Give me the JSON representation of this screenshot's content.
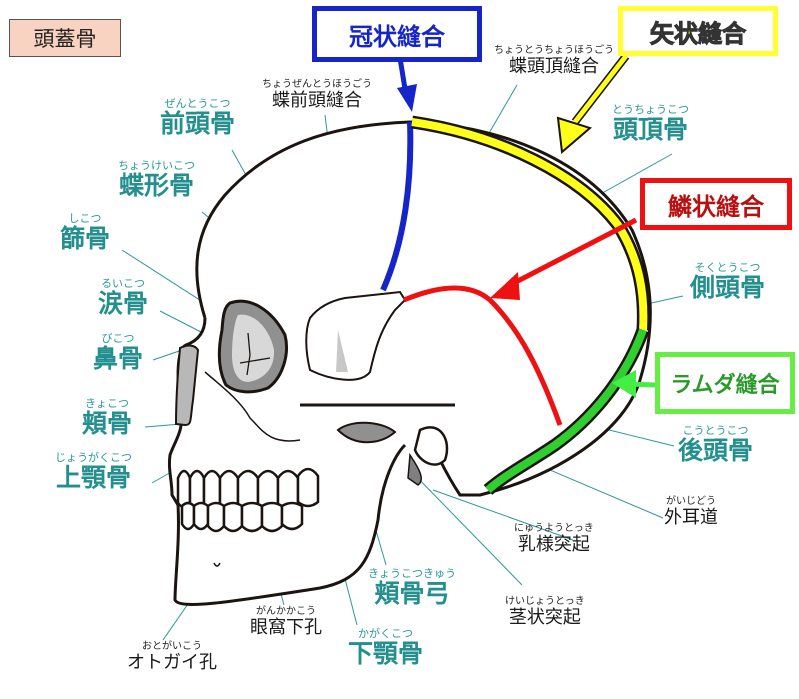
{
  "title": "頭蓋骨",
  "colors": {
    "teal_label": "#23908f",
    "coronal": "#1525c8",
    "sagittal": "#ffff1a",
    "squamous": "#ee1111",
    "lambdoid": "#2fcf2f",
    "title_bg": "#f9d3c1"
  },
  "sutures": [
    {
      "key": "coronal",
      "label": "冠状縫合",
      "color": "#1525c8"
    },
    {
      "key": "sagittal",
      "label": "矢状縫合",
      "color": "#ffff1a"
    },
    {
      "key": "squamous",
      "label": "鱗状縫合",
      "color": "#ee1111"
    },
    {
      "key": "lambdoid",
      "label": "ラムダ縫合",
      "color": "#2fcf2f"
    }
  ],
  "bones": {
    "frontal": {
      "ruby": "ぜんとうこつ",
      "label": "前頭骨"
    },
    "sphenoid": {
      "ruby": "ちょうけいこつ",
      "label": "蝶形骨"
    },
    "ethmoid": {
      "ruby": "しこつ",
      "label": "篩骨"
    },
    "lacrimal": {
      "ruby": "るいこつ",
      "label": "涙骨"
    },
    "nasal": {
      "ruby": "びこつ",
      "label": "鼻骨"
    },
    "zygomatic": {
      "ruby": "きょこつ",
      "label": "頬骨"
    },
    "maxilla": {
      "ruby": "じょうがくこつ",
      "label": "上顎骨"
    },
    "parietal": {
      "ruby": "とうちょうこつ",
      "label": "頭頂骨"
    },
    "temporal": {
      "ruby": "そくとうこつ",
      "label": "側頭骨"
    },
    "occipital": {
      "ruby": "こうとうこつ",
      "label": "後頭骨"
    },
    "zygomatic_arch": {
      "ruby": "きょうこつきゅう",
      "label": "頬骨弓"
    },
    "mandible": {
      "ruby": "かがくこつ",
      "label": "下顎骨"
    }
  },
  "features": {
    "sphenofrontal": {
      "ruby": "ちょうぜんとうほうごう",
      "label": "蝶前頭縫合"
    },
    "sphenoparietal": {
      "ruby": "ちょうとうちょうほうごう",
      "label": "蝶頭頂縫合"
    },
    "ext_meatus": {
      "ruby": "がいじどう",
      "label": "外耳道"
    },
    "mastoid": {
      "ruby": "にゅうようとっき",
      "label": "乳様突起"
    },
    "styloid": {
      "ruby": "けいじょうとっき",
      "label": "茎状突起"
    },
    "infraorbital": {
      "ruby": "がんかかこう",
      "label": "眼窩下孔"
    },
    "mental": {
      "ruby": "おとがいこう",
      "label": "オトガイ孔"
    }
  }
}
